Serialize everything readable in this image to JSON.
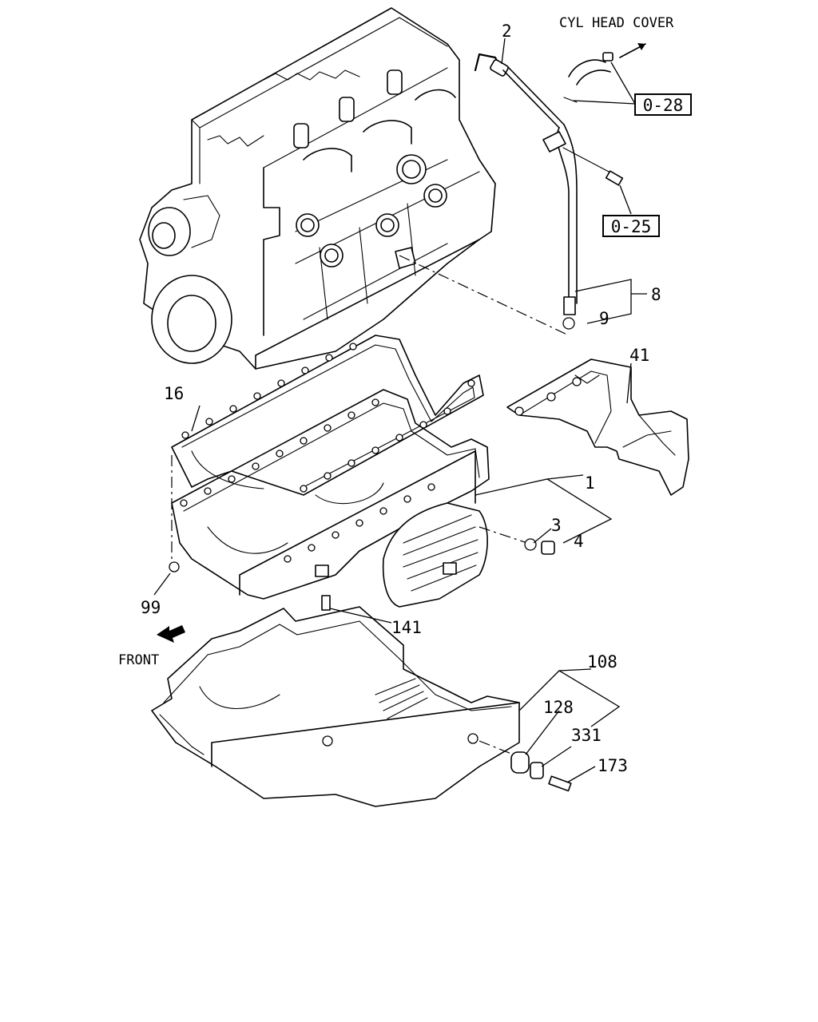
{
  "callouts": {
    "cyl_head_cover": "CYL HEAD COVER",
    "front": "FRONT"
  },
  "ref_boxes": {
    "ref_028": "0-28",
    "ref_025": "0-25"
  },
  "part_numbers": {
    "p2": "2",
    "p8": "8",
    "p9": "9",
    "p41": "41",
    "p16": "16",
    "p1": "1",
    "p3": "3",
    "p4": "4",
    "p99": "99",
    "p141": "141",
    "p108": "108",
    "p128": "128",
    "p331": "331",
    "p173": "173"
  }
}
